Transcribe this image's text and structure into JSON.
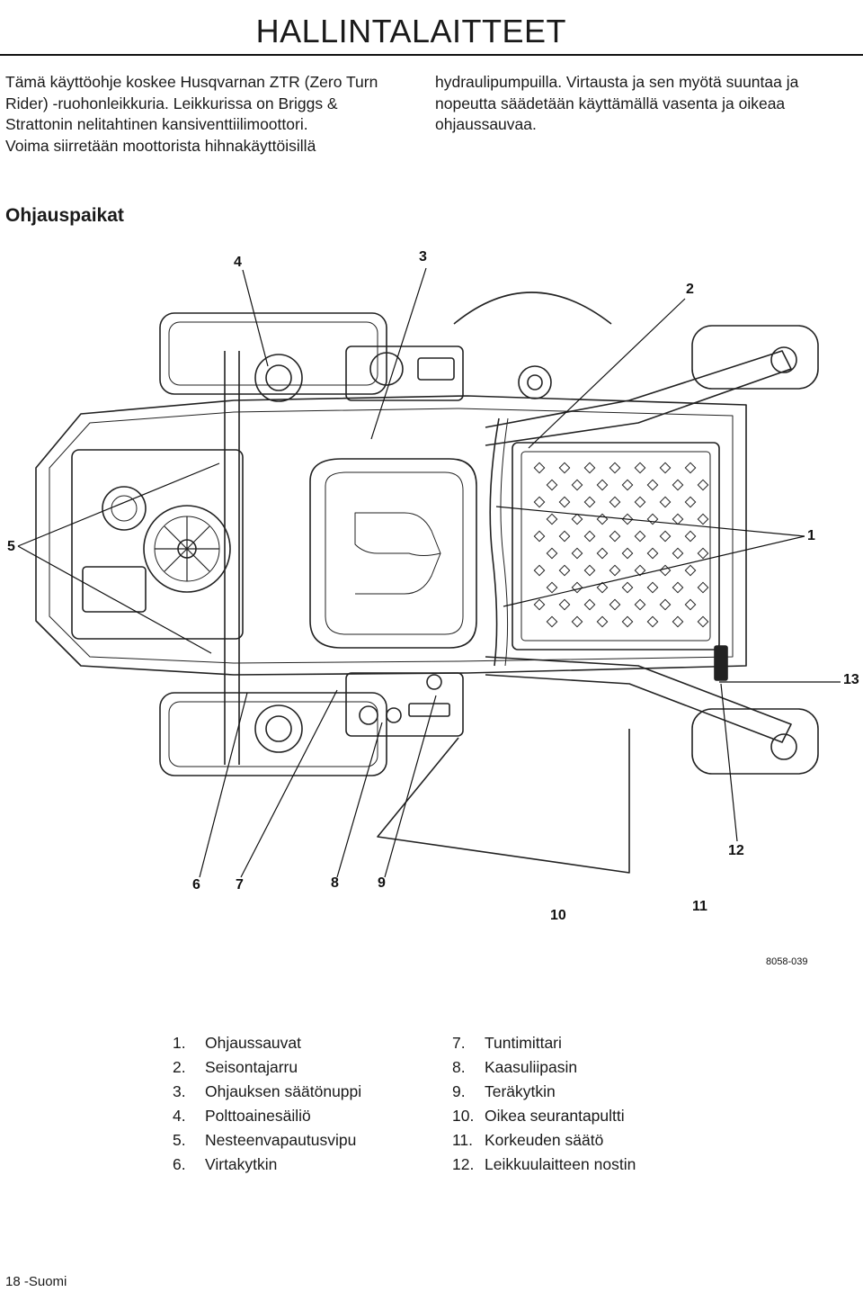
{
  "page": {
    "title": "HALLINTALAITTEET",
    "intro_left": [
      "Tämä käyttöohje koskee Husqvarnan ZTR (Zero Turn",
      "Rider) -ruohonleikkuria. Leikkurissa on Briggs &",
      "Strattonin nelitahtinen kansiventtiilimoottori.",
      "Voima siirretään moottorista hihnakäyttöisillä"
    ],
    "intro_right": [
      "hydraulipumpuilla. Virtausta ja sen myötä suuntaa ja",
      "nopeutta säädetään käyttämällä vasenta ja oikeaa",
      "ohjaussauvaa."
    ],
    "section_heading": "Ohjauspaikat",
    "footer": "18 -Suomi"
  },
  "diagram": {
    "figure_id": "8058-039",
    "callouts": {
      "c1": "1",
      "c2": "2",
      "c3": "3",
      "c4": "4",
      "c5": "5",
      "c6": "6",
      "c7": "7",
      "c8": "8",
      "c9": "9",
      "c10": "10",
      "c11": "11",
      "c12": "12",
      "c13": "13"
    }
  },
  "legend": {
    "left": [
      {
        "num": "1.",
        "label": "Ohjaussauvat"
      },
      {
        "num": "2.",
        "label": "Seisontajarru"
      },
      {
        "num": "3.",
        "label": "Ohjauksen säätönuppi"
      },
      {
        "num": "4.",
        "label": "Polttoainesäiliö"
      },
      {
        "num": "5.",
        "label": "Nesteenvapautusvipu"
      },
      {
        "num": "6.",
        "label": "Virtakytkin"
      }
    ],
    "right": [
      {
        "num": "7.",
        "label": "Tuntimittari"
      },
      {
        "num": "8.",
        "label": "Kaasuliipasin"
      },
      {
        "num": "9.",
        "label": "Teräkytkin"
      },
      {
        "num": "10.",
        "label": "Oikea seurantapultti"
      },
      {
        "num": "11.",
        "label": "Korkeuden säätö"
      },
      {
        "num": "12.",
        "label": "Leikkuulaitteen nostin"
      }
    ]
  }
}
